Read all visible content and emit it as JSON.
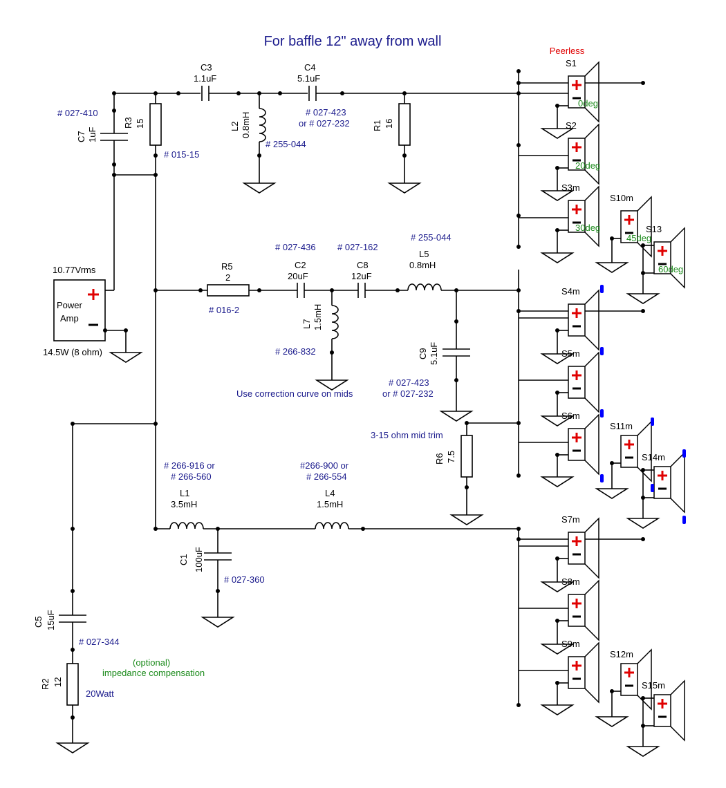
{
  "title": "For baffle 12\" away from wall",
  "brand": "Peerless",
  "amp": {
    "label1": "Power",
    "label2": "Amp",
    "voltage": "10.77Vrms",
    "power": "14.5W (8 ohm)"
  },
  "components": {
    "C3": {
      "name": "C3",
      "value": "1.1uF"
    },
    "C4": {
      "name": "C4",
      "value": "5.1uF",
      "part1": "# 027-423",
      "part2": "or # 027-232"
    },
    "L2": {
      "name": "L2",
      "value": "0.8mH",
      "part": "# 255-044"
    },
    "R1": {
      "name": "R1",
      "value": "16"
    },
    "R3": {
      "name": "R3",
      "value": "15",
      "part": "# 015-15"
    },
    "C7": {
      "name": "C7",
      "value": "1uF",
      "part": "# 027-410"
    },
    "R5": {
      "name": "R5",
      "value": "2",
      "part": "# 016-2"
    },
    "C2": {
      "name": "C2",
      "value": "20uF",
      "part": "# 027-436"
    },
    "C8": {
      "name": "C8",
      "value": "12uF",
      "part": "# 027-162"
    },
    "L5": {
      "name": "L5",
      "value": "0.8mH",
      "part": "# 255-044"
    },
    "L7": {
      "name": "L7",
      "value": "1.5mH",
      "part": "# 266-832"
    },
    "C9": {
      "name": "C9",
      "value": "5.1uF",
      "part1": "# 027-423",
      "part2": "or # 027-232"
    },
    "R6": {
      "name": "R6",
      "value": "7.5",
      "note": "3-15 ohm mid trim"
    },
    "L1": {
      "name": "L1",
      "value": "3.5mH",
      "part1": "# 266-916 or",
      "part2": "# 266-560"
    },
    "L4": {
      "name": "L4",
      "value": "1.5mH",
      "part1": "#266-900 or",
      "part2": "# 266-554"
    },
    "C1": {
      "name": "C1",
      "value": "100uF",
      "part": "# 027-360"
    },
    "C5": {
      "name": "C5",
      "value": "15uF",
      "part": "# 027-344"
    },
    "R2": {
      "name": "R2",
      "value": "12",
      "power": "20Watt"
    }
  },
  "notes": {
    "correction": "Use correction curve on mids",
    "optional": "(optional)",
    "compensation": "impedance compensation"
  },
  "speakers": {
    "S1": "S1",
    "S2": "S2",
    "S3": "S3m",
    "S4": "S4m",
    "S5": "S5m",
    "S6": "S6m",
    "S7": "S7m",
    "S8": "S8m",
    "S9": "S9m",
    "S10": "S10m",
    "S11": "S11m",
    "S12": "S12m",
    "S13": "S13",
    "S14": "S14m",
    "S15": "S15m"
  },
  "angles": {
    "a0": "0deg",
    "a20": "20deg",
    "a30": "30deg",
    "a45": "45deg",
    "a60": "60deg"
  },
  "colors": {
    "wire": "#000000",
    "label": "#1a1a8c",
    "note_green": "#1a8a1a",
    "polarity_red": "#e00000",
    "marker_blue": "#0000ff"
  }
}
